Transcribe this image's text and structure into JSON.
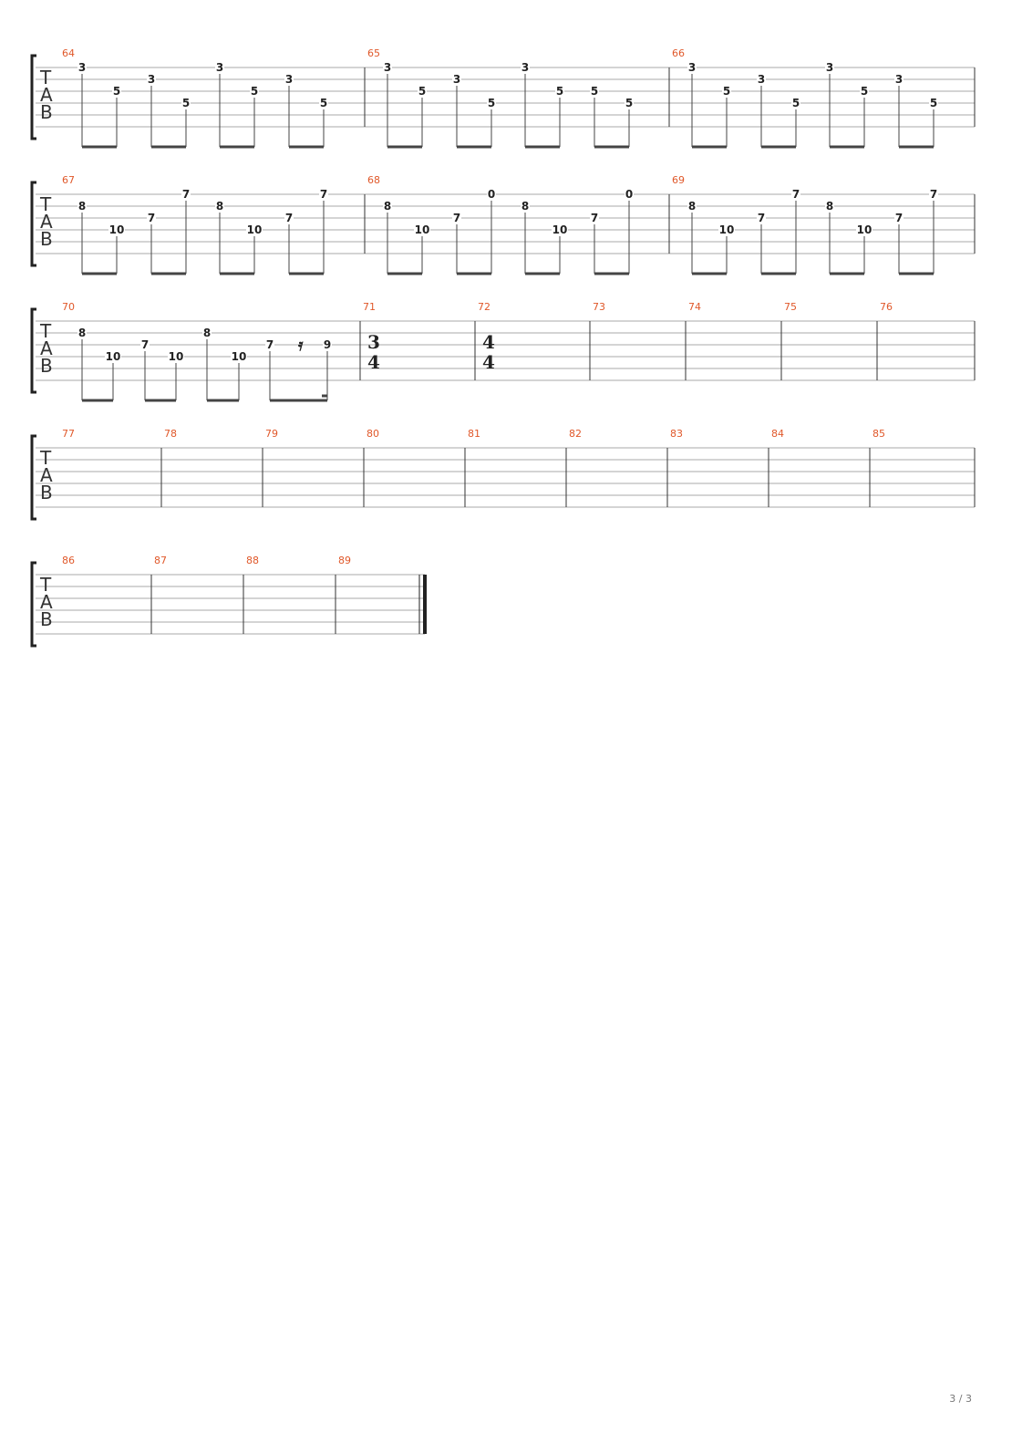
{
  "page": {
    "page_number": "3 / 3"
  },
  "tab_label": [
    "T",
    "A",
    "B"
  ],
  "colors": {
    "measure_number": "#e0582a",
    "staff_line": "#a9a9a9",
    "text": "#222222"
  },
  "systems": [
    {
      "measures": [
        {
          "number": "64",
          "notes": [
            {
              "string": 1,
              "fret": "3"
            },
            {
              "string": 3,
              "fret": "5"
            },
            {
              "string": 2,
              "fret": "3"
            },
            {
              "string": 4,
              "fret": "5"
            },
            {
              "string": 1,
              "fret": "3"
            },
            {
              "string": 3,
              "fret": "5"
            },
            {
              "string": 2,
              "fret": "3"
            },
            {
              "string": 4,
              "fret": "5"
            }
          ]
        },
        {
          "number": "65",
          "notes": [
            {
              "string": 1,
              "fret": "3"
            },
            {
              "string": 3,
              "fret": "5"
            },
            {
              "string": 2,
              "fret": "3"
            },
            {
              "string": 4,
              "fret": "5"
            },
            {
              "string": 1,
              "fret": "3"
            },
            {
              "string": 3,
              "fret": "5"
            },
            {
              "string": 3,
              "fret": "5"
            },
            {
              "string": 4,
              "fret": "5"
            }
          ]
        },
        {
          "number": "66",
          "notes": [
            {
              "string": 1,
              "fret": "3"
            },
            {
              "string": 3,
              "fret": "5"
            },
            {
              "string": 2,
              "fret": "3"
            },
            {
              "string": 4,
              "fret": "5"
            },
            {
              "string": 1,
              "fret": "3"
            },
            {
              "string": 3,
              "fret": "5"
            },
            {
              "string": 2,
              "fret": "3"
            },
            {
              "string": 4,
              "fret": "5"
            }
          ]
        }
      ]
    },
    {
      "measures": [
        {
          "number": "67",
          "notes": [
            {
              "string": 2,
              "fret": "8"
            },
            {
              "string": 4,
              "fret": "10"
            },
            {
              "string": 3,
              "fret": "7"
            },
            {
              "string": 1,
              "fret": "7"
            },
            {
              "string": 2,
              "fret": "8"
            },
            {
              "string": 4,
              "fret": "10"
            },
            {
              "string": 3,
              "fret": "7"
            },
            {
              "string": 1,
              "fret": "7"
            }
          ]
        },
        {
          "number": "68",
          "notes": [
            {
              "string": 2,
              "fret": "8"
            },
            {
              "string": 4,
              "fret": "10"
            },
            {
              "string": 3,
              "fret": "7"
            },
            {
              "string": 1,
              "fret": "0"
            },
            {
              "string": 2,
              "fret": "8"
            },
            {
              "string": 4,
              "fret": "10"
            },
            {
              "string": 3,
              "fret": "7"
            },
            {
              "string": 1,
              "fret": "0"
            }
          ]
        },
        {
          "number": "69",
          "notes": [
            {
              "string": 2,
              "fret": "8"
            },
            {
              "string": 4,
              "fret": "10"
            },
            {
              "string": 3,
              "fret": "7"
            },
            {
              "string": 1,
              "fret": "7"
            },
            {
              "string": 2,
              "fret": "8"
            },
            {
              "string": 4,
              "fret": "10"
            },
            {
              "string": 3,
              "fret": "7"
            },
            {
              "string": 1,
              "fret": "7"
            }
          ]
        }
      ]
    },
    {
      "measures": [
        {
          "number": "70",
          "notes": [
            {
              "string": 2,
              "fret": "8"
            },
            {
              "string": 4,
              "fret": "10"
            },
            {
              "string": 3,
              "fret": "7"
            },
            {
              "string": 4,
              "fret": "10"
            },
            {
              "string": 2,
              "fret": "8"
            },
            {
              "string": 4,
              "fret": "10"
            },
            {
              "string": 3,
              "fret": "7"
            },
            {
              "rest": "𝄿"
            },
            {
              "string": 3,
              "fret": "9"
            }
          ]
        },
        {
          "number": "71",
          "time_signature": [
            "3",
            "4"
          ],
          "notes": []
        },
        {
          "number": "72",
          "time_signature": [
            "4",
            "4"
          ],
          "notes": []
        },
        {
          "number": "73",
          "notes": []
        },
        {
          "number": "74",
          "notes": []
        },
        {
          "number": "75",
          "notes": []
        },
        {
          "number": "76",
          "notes": []
        }
      ]
    },
    {
      "measures": [
        {
          "number": "77",
          "notes": []
        },
        {
          "number": "78",
          "notes": []
        },
        {
          "number": "79",
          "notes": []
        },
        {
          "number": "80",
          "notes": []
        },
        {
          "number": "81",
          "notes": []
        },
        {
          "number": "82",
          "notes": []
        },
        {
          "number": "83",
          "notes": []
        },
        {
          "number": "84",
          "notes": []
        },
        {
          "number": "85",
          "notes": []
        }
      ]
    },
    {
      "final_barline": true,
      "measures": [
        {
          "number": "86",
          "notes": []
        },
        {
          "number": "87",
          "notes": []
        },
        {
          "number": "88",
          "notes": []
        },
        {
          "number": "89",
          "notes": []
        }
      ]
    }
  ]
}
